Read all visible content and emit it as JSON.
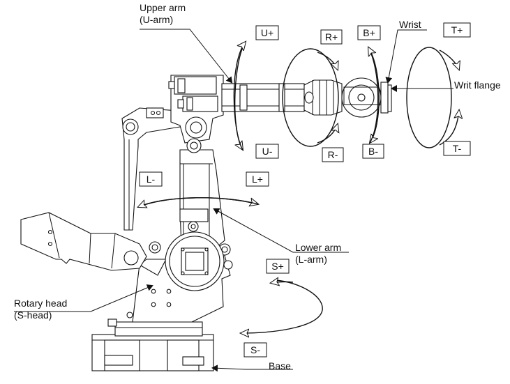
{
  "callouts": {
    "upper_arm_line1": "Upper arm",
    "upper_arm_line2": "(U-arm)",
    "wrist": "Wrist",
    "wrist_flange": "Writ flange",
    "lower_arm_line1": "Lower arm",
    "lower_arm_line2": "(L-arm)",
    "rotary_head_line1": "Rotary head",
    "rotary_head_line2": "(S-head)",
    "base": "Base"
  },
  "axes": {
    "u_plus": "U+",
    "u_minus": "U-",
    "r_plus": "R+",
    "r_minus": "R-",
    "b_plus": "B+",
    "b_minus": "B-",
    "t_plus": "T+",
    "t_minus": "T-",
    "l_plus": "L+",
    "l_minus": "L-",
    "s_plus": "S+",
    "s_minus": "S-"
  }
}
